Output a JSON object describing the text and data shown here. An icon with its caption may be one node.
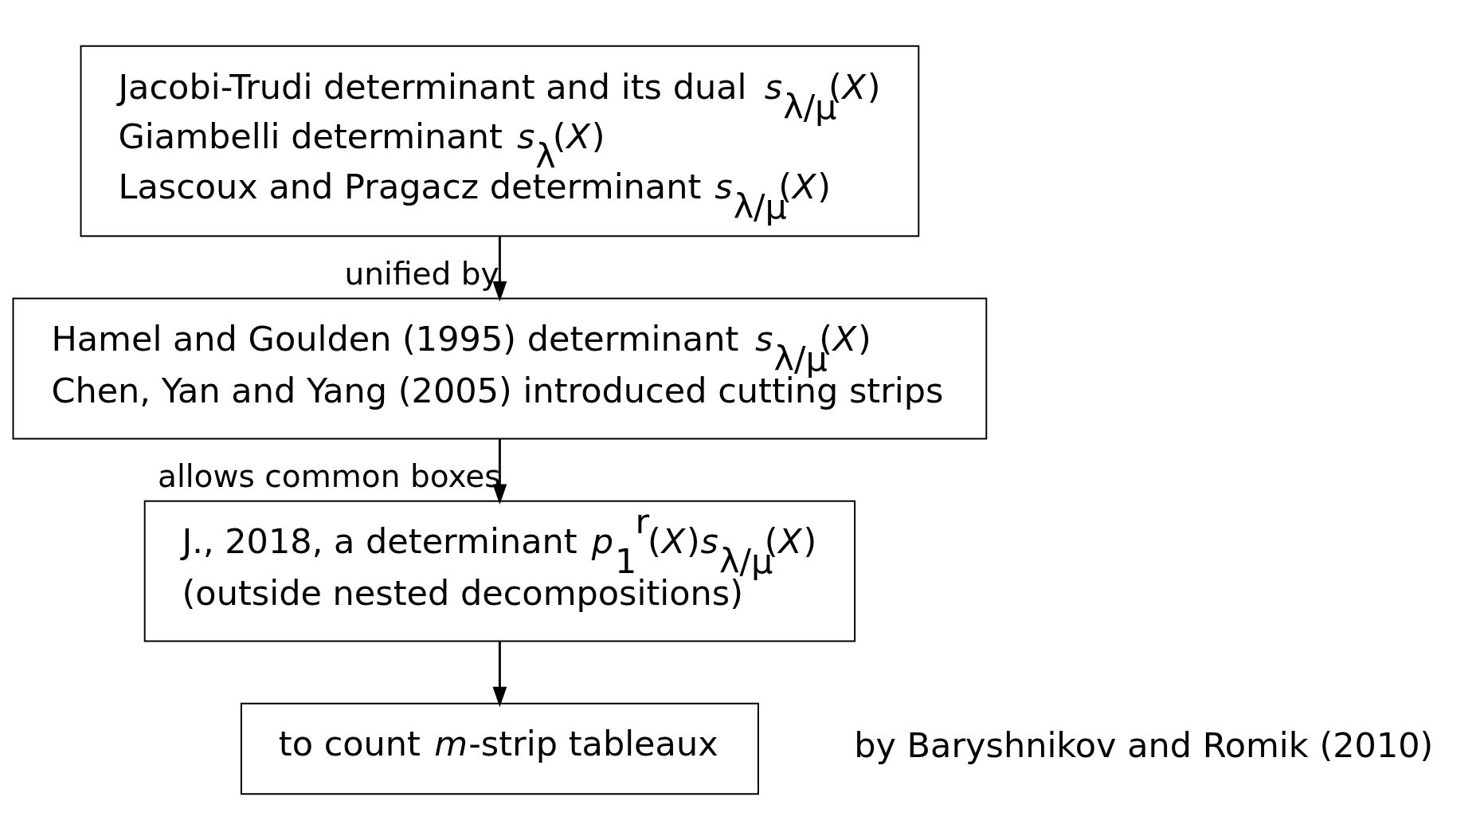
{
  "diagram": {
    "nodes": [
      {
        "text": [
          "Jacobi-Trudi determinant and its dual *s*$_{λ/μ}$(*X*)",
          "Giambelli determinant *s*$_{λ}$(*X*)",
          "Lascoux and Pragacz determinant *s*$_{λ/μ}$(*X*)"
        ]
      },
      {
        "text": [
          "Hamel and Goulden (1995) determinant *s*$_{λ/μ}$(*X*)",
          "Chen, Yan and Yang (2005) introduced cutting strips"
        ]
      },
      {
        "text": [
          "J., 2018, a determinant *p*$_{1}$$^{r}$(*X*)*s*$_{λ/μ}$(*X*)",
          "(outside nested decompositions)"
        ]
      },
      {
        "text": [
          "to count *m*-strip tableaux"
        ],
        "beside": [
          "by Baryshnikov and Romik (2010)"
        ]
      }
    ],
    "edges": [
      {
        "from": 0,
        "to": 1,
        "arrow": "to",
        "label": "unified by"
      },
      {
        "from": 1,
        "to": 2,
        "arrow": "to",
        "label": "allows common boxes"
      },
      {
        "from": 2,
        "to": 3,
        "arrow": "to"
      }
    ]
  }
}
